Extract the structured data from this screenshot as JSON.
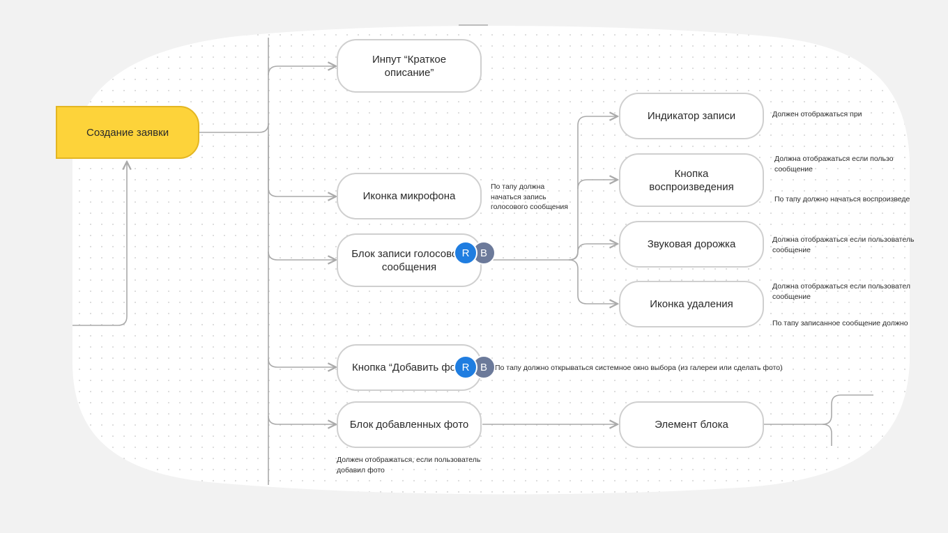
{
  "colors": {
    "root_fill": "#fdd33a",
    "node_border": "#cfcfcf",
    "connector": "#aaaaaa",
    "avatar_r": "#1f7de0",
    "avatar_b": "#6c7a9a"
  },
  "root": {
    "label": "Создание заявки"
  },
  "nodes": {
    "input_short_desc": "Инпут “Краткое\nописание”",
    "mic_icon": "Иконка микрофона",
    "voice_block": "Блок записи голосового\nсообщения",
    "add_photo_button": "Кнопка “Добавить фото”",
    "photos_block": "Блок добавленных фото",
    "rec_indicator": "Индикатор записи",
    "play_button": "Кнопка\nвоспроизведения",
    "sound_track": "Звуковая дорожка",
    "delete_icon": "Иконка удаления",
    "block_element": "Элемент блока"
  },
  "notes": {
    "mic_note": "По тапу должна\nначаться запись\nголосового сообщения",
    "add_photo_note": "По тапу должно открываться системное окно выбора (из галереи или сделать фото)",
    "photos_note": "Должен отображаться, если пользователь\nдобавил фото",
    "rec_note": "Должен отображаться при",
    "play_note_1": "Должна отображаться если пользо\nсообщение",
    "play_note_2": "По тапу должно начаться воспроизведе",
    "track_note": "Должна отображаться если пользователь\nсообщение",
    "delete_note_1": "Должна отображаться если пользовател\nсообщение",
    "delete_note_2": "По тапу записанное сообщение должно"
  },
  "avatars": {
    "first": "R",
    "second": "B"
  }
}
